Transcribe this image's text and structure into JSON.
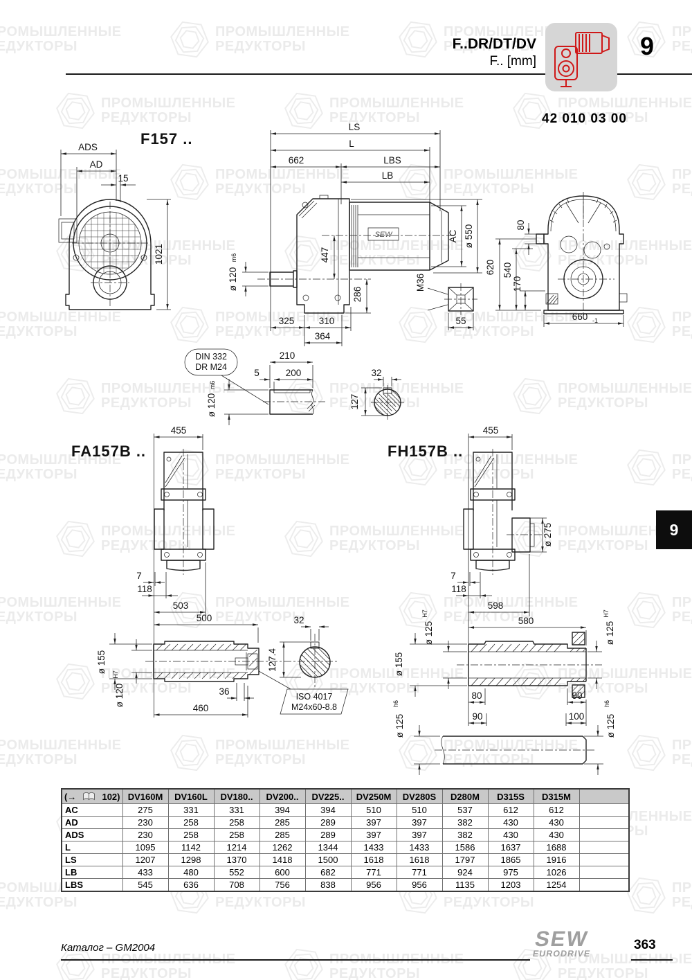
{
  "header": {
    "product": "F..DR/DT/DV",
    "unit": "F.. [mm]",
    "chapter": "9",
    "doc_number": "42 010 03 00"
  },
  "watermark": {
    "line1": "ПРОМЫШЛЕННЫЕ",
    "line2": "РЕДУКТОРЫ"
  },
  "side_tab": "9",
  "drawings": {
    "f157": {
      "title": "F157 ..",
      "ads": "ADS",
      "ad": "AD",
      "d15": "15",
      "d1021": "1021"
    },
    "side": {
      "ls": "LS",
      "l": "L",
      "d662": "662",
      "lbs": "LBS",
      "lb": "LB",
      "d447": "447",
      "d286": "286",
      "ac": "AC",
      "d550": "ø 550",
      "m36": "M36",
      "d55": "55",
      "d325": "325",
      "d310": "310",
      "d364": "364",
      "shaft_dia": "ø 120",
      "shaft_tol": "m6",
      "motor_brand": "SEW"
    },
    "rear": {
      "d80": "80",
      "d620": "620",
      "d540": "540",
      "d170": "170",
      "d660": "660",
      "d660_tol": "-1"
    },
    "shaft_end": {
      "callout1": "DIN 332",
      "callout2": "DR M24",
      "d210": "210",
      "d5": "5",
      "d200": "200",
      "dia": "ø 120",
      "tol": "m6",
      "d32": "32",
      "d127": "127"
    },
    "fa157b": {
      "title": "FA157B ..",
      "d455": "455",
      "d7": "7",
      "d118": "118",
      "d503": "503"
    },
    "fh157b": {
      "title": "FH157B ..",
      "d455": "455",
      "d7": "7",
      "d118": "118",
      "d598": "598",
      "d275": "ø 275"
    },
    "hollow_a": {
      "d500": "500",
      "d32": "32",
      "d155": "ø 155",
      "bore": "ø 120",
      "bore_tol": "H7",
      "d1274": "127.4",
      "d36": "36",
      "d460": "460",
      "iso1": "ISO 4017",
      "iso2": "M24x60-8.8"
    },
    "hollow_h": {
      "d580": "580",
      "bore": "ø 125",
      "bore_tol": "H7",
      "d155": "ø 155",
      "d80": "80",
      "d90a": "90",
      "d90b": "90",
      "d100": "100",
      "solid": "ø 125",
      "solid_tol": "h6"
    }
  },
  "table": {
    "corner_prefix": "(→",
    "corner_ref": "102)",
    "columns": [
      "DV160M",
      "DV160L",
      "DV180..",
      "DV200..",
      "DV225..",
      "DV250M",
      "DV280S",
      "D280M",
      "D315S",
      "D315M"
    ],
    "rows": [
      {
        "label": "AC",
        "values": [
          "275",
          "331",
          "331",
          "394",
          "394",
          "510",
          "510",
          "537",
          "612",
          "612"
        ]
      },
      {
        "label": "AD",
        "values": [
          "230",
          "258",
          "258",
          "285",
          "289",
          "397",
          "397",
          "382",
          "430",
          "430"
        ]
      },
      {
        "label": "ADS",
        "values": [
          "230",
          "258",
          "258",
          "285",
          "289",
          "397",
          "397",
          "382",
          "430",
          "430"
        ]
      },
      {
        "label": "L",
        "values": [
          "1095",
          "1142",
          "1214",
          "1262",
          "1344",
          "1433",
          "1433",
          "1586",
          "1637",
          "1688"
        ]
      },
      {
        "label": "LS",
        "values": [
          "1207",
          "1298",
          "1370",
          "1418",
          "1500",
          "1618",
          "1618",
          "1797",
          "1865",
          "1916"
        ]
      },
      {
        "label": "LB",
        "values": [
          "433",
          "480",
          "552",
          "600",
          "682",
          "771",
          "771",
          "924",
          "975",
          "1026"
        ]
      },
      {
        "label": "LBS",
        "values": [
          "545",
          "636",
          "708",
          "756",
          "838",
          "956",
          "956",
          "1135",
          "1203",
          "1254"
        ]
      }
    ]
  },
  "footer": {
    "catalog": "Каталог – GM2004",
    "brand_top": "SEW",
    "brand_bottom": "EURODRIVE",
    "page": "363"
  }
}
